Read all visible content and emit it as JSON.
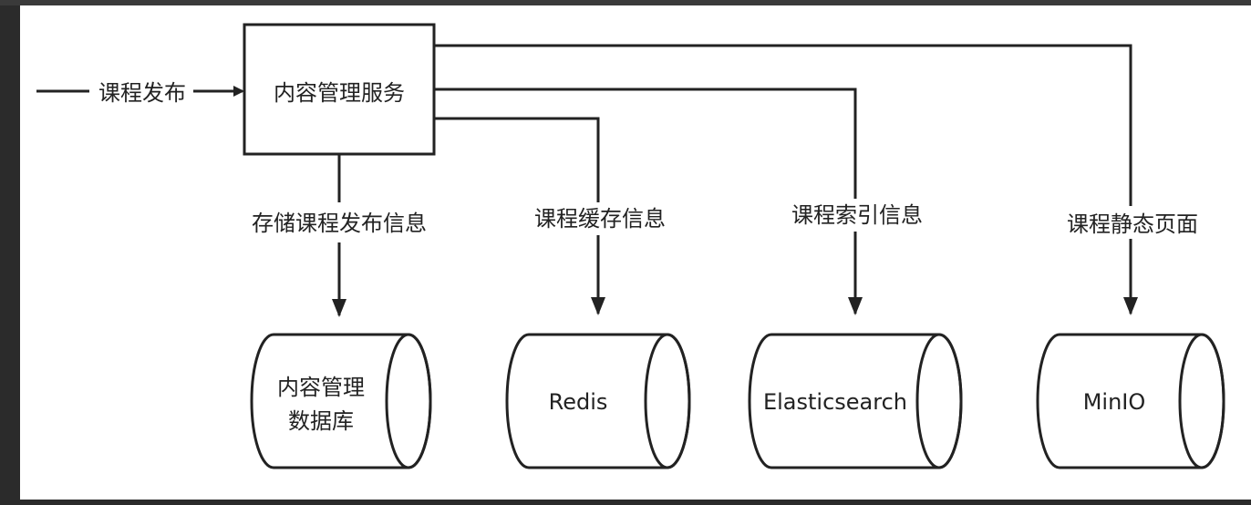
{
  "diagram": {
    "input_label": "课程发布",
    "service_label": "内容管理服务",
    "edges": [
      {
        "id": "db",
        "label": "存储课程发布信息"
      },
      {
        "id": "redis",
        "label": "课程缓存信息"
      },
      {
        "id": "es",
        "label": "课程索引信息"
      },
      {
        "id": "minio",
        "label": "课程静态页面"
      }
    ],
    "stores": [
      {
        "id": "db",
        "lines": [
          "内容管理",
          "数据库"
        ]
      },
      {
        "id": "redis",
        "lines": [
          "Redis"
        ]
      },
      {
        "id": "es",
        "lines": [
          "Elasticsearch"
        ]
      },
      {
        "id": "minio",
        "lines": [
          "MinIO"
        ]
      }
    ],
    "colors": {
      "stroke": "#222222",
      "background": "#ffffff",
      "frame": "#2b2b2b"
    }
  }
}
